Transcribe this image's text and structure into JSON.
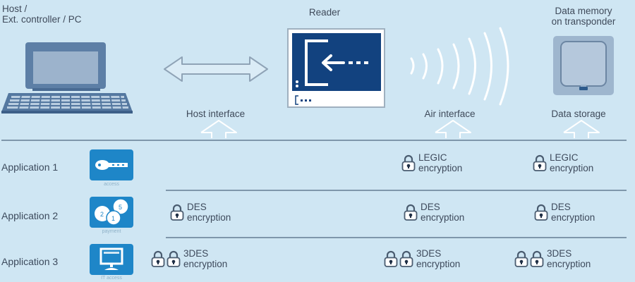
{
  "columns": {
    "host": {
      "title_line1": "Host /",
      "title_line2": "Ext. controller / PC"
    },
    "reader": {
      "title": "Reader"
    },
    "transponder": {
      "title_line1": "Data memory",
      "title_line2": "on transponder"
    }
  },
  "interfaces": {
    "host": "Host interface",
    "air": "Air interface",
    "storage": "Data storage"
  },
  "applications": [
    {
      "label": "Application 1",
      "icon": "key-icon",
      "caption": "access",
      "host_encryption": null,
      "air_encryption": {
        "name": "LEGIC",
        "suffix": "encryption",
        "locks": 1
      },
      "storage_encryption": {
        "name": "LEGIC",
        "suffix": "encryption",
        "locks": 1
      }
    },
    {
      "label": "Application 2",
      "icon": "coins-icon",
      "caption": "payment",
      "host_encryption": {
        "name": "DES",
        "suffix": "encryption",
        "locks": 1
      },
      "air_encryption": {
        "name": "DES",
        "suffix": "encryption",
        "locks": 1
      },
      "storage_encryption": {
        "name": "DES",
        "suffix": "encryption",
        "locks": 1
      }
    },
    {
      "label": "Application 3",
      "icon": "monitor-icon",
      "caption": "IT access",
      "host_encryption": {
        "name": "3DES",
        "suffix": "encryption",
        "locks": 2
      },
      "air_encryption": {
        "name": "3DES",
        "suffix": "encryption",
        "locks": 2
      },
      "storage_encryption": {
        "name": "3DES",
        "suffix": "encryption",
        "locks": 2
      }
    }
  ],
  "colors": {
    "background": "#cfe6f3",
    "app_icon": "#1e86c8",
    "reader_screen": "#12427f",
    "divider": "#7f97ab"
  }
}
